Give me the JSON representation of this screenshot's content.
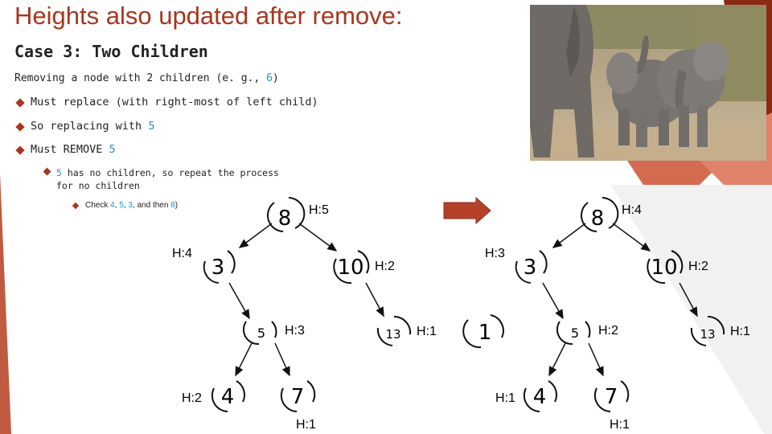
{
  "slide": {
    "title": "Heights also updated after remove:",
    "subtitle": "Case 3: Two Children",
    "body": {
      "prefix": "Removing a node with 2 children (e. g., ",
      "value": "6",
      "suffix": ")"
    },
    "bullets": [
      {
        "prefix": "Must replace (with right-most of left child)",
        "value": "",
        "suffix": ""
      },
      {
        "prefix": "So replacing with ",
        "value": "5",
        "suffix": ""
      },
      {
        "prefix": "Must REMOVE ",
        "value": "5",
        "suffix": ""
      }
    ],
    "sub_bullet": {
      "value": "5",
      "text": " has no children, so repeat the process for no children"
    },
    "sub_sub_bullet": {
      "prefix": "Check ",
      "v1": "4",
      "sep1": ", ",
      "v2": "5",
      "sep2": ", ",
      "v3": "3",
      "mid": ", and then ",
      "v4": "8",
      "suffix": ")"
    }
  },
  "colors": {
    "title": "#a8361f",
    "accent": "#2a8fb0",
    "bullet": "#a8361f",
    "arrow": "#b5412a"
  },
  "trees": {
    "before": {
      "root": {
        "value": "8",
        "height": "H:5"
      },
      "left": {
        "value": "3",
        "height": "H:4"
      },
      "right": {
        "value": "10",
        "height": "H:2"
      },
      "left_right": {
        "value": "5",
        "height": "H:3"
      },
      "right_right": {
        "value": "13",
        "height": "H:1"
      },
      "ll": {
        "value": "4",
        "height": "H:2"
      },
      "lr": {
        "value": "7",
        "height": "H:1"
      }
    },
    "after": {
      "root": {
        "value": "8",
        "height": "H:4"
      },
      "left": {
        "value": "3",
        "height": "H:3"
      },
      "right": {
        "value": "10",
        "height": "H:2"
      },
      "left_left": {
        "value": "1",
        "height": ""
      },
      "left_right": {
        "value": "5",
        "height": "H:2"
      },
      "right_right": {
        "value": "13",
        "height": "H:1"
      },
      "ll": {
        "value": "4",
        "height": "H:1"
      },
      "lr": {
        "value": "7",
        "height": "H:1"
      }
    }
  },
  "icons": {
    "transition": "right-arrow-icon",
    "bullet": "diamond-bullet-icon"
  }
}
